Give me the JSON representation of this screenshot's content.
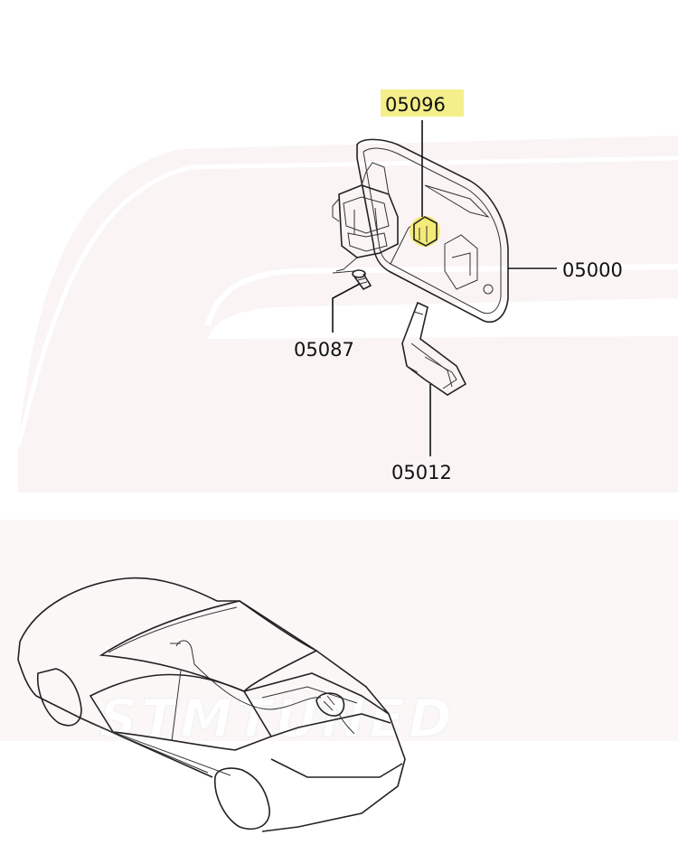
{
  "colors": {
    "highlight": "#f4ef8a",
    "highlight_part": "#f3e96a",
    "line": "#222222",
    "watermark": "#f7eaea"
  },
  "watermark": {
    "text": "STMTUNED"
  },
  "callouts": [
    {
      "id": "05096",
      "label": "05096",
      "highlighted": true
    },
    {
      "id": "05000",
      "label": "05000",
      "highlighted": false
    },
    {
      "id": "05087",
      "label": "05087",
      "highlighted": false
    },
    {
      "id": "05012",
      "label": "05012",
      "highlighted": false
    }
  ]
}
